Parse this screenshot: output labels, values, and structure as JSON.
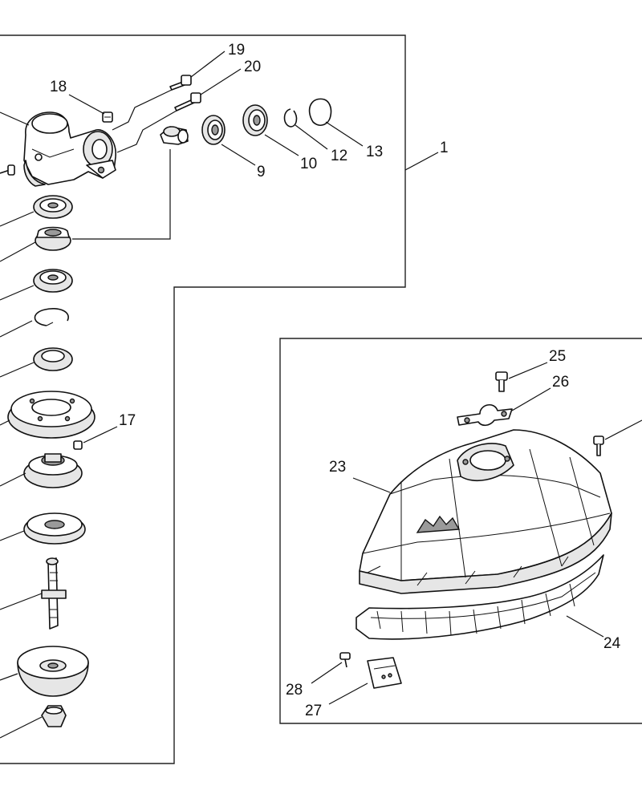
{
  "callouts": [
    {
      "id": "c1",
      "text": "1"
    },
    {
      "id": "c9",
      "text": "9"
    },
    {
      "id": "c10",
      "text": "10"
    },
    {
      "id": "c12",
      "text": "12"
    },
    {
      "id": "c13",
      "text": "13"
    },
    {
      "id": "c17",
      "text": "17"
    },
    {
      "id": "c18",
      "text": "18"
    },
    {
      "id": "c19",
      "text": "19"
    },
    {
      "id": "c20",
      "text": "20"
    },
    {
      "id": "c23",
      "text": "23"
    },
    {
      "id": "c24",
      "text": "24"
    },
    {
      "id": "c25",
      "text": "25"
    },
    {
      "id": "c26",
      "text": "26"
    },
    {
      "id": "c27",
      "text": "27"
    },
    {
      "id": "c28",
      "text": "28"
    }
  ]
}
